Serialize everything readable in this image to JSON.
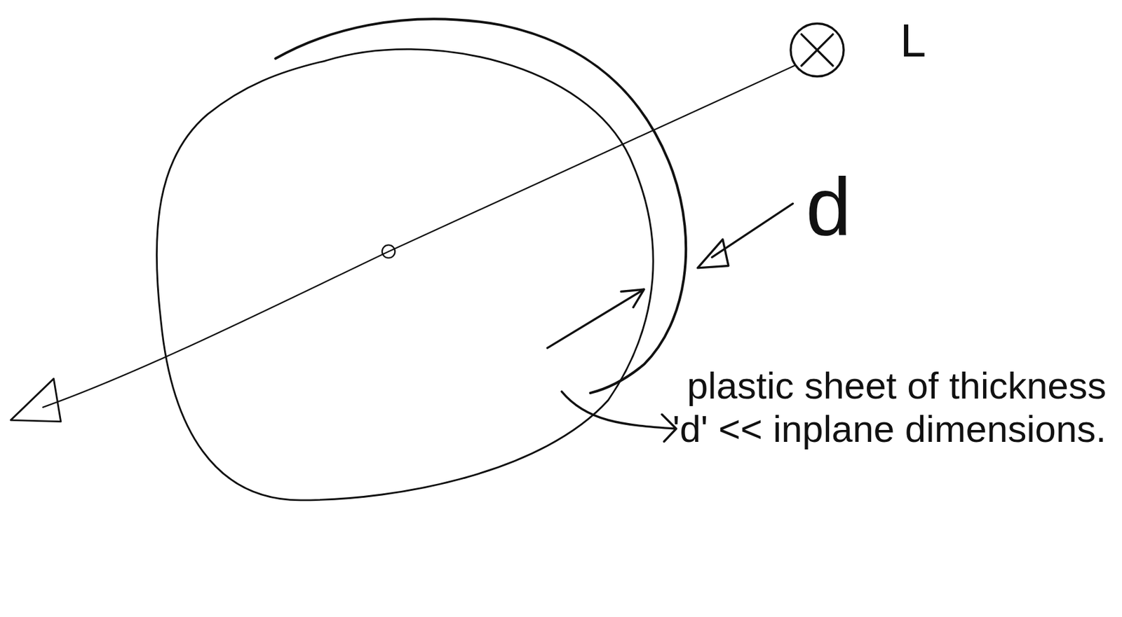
{
  "diagram": {
    "labels": [
      "L",
      "d",
      "plastic sheet of thickness 'd' << inplane dimensions."
    ]
  }
}
